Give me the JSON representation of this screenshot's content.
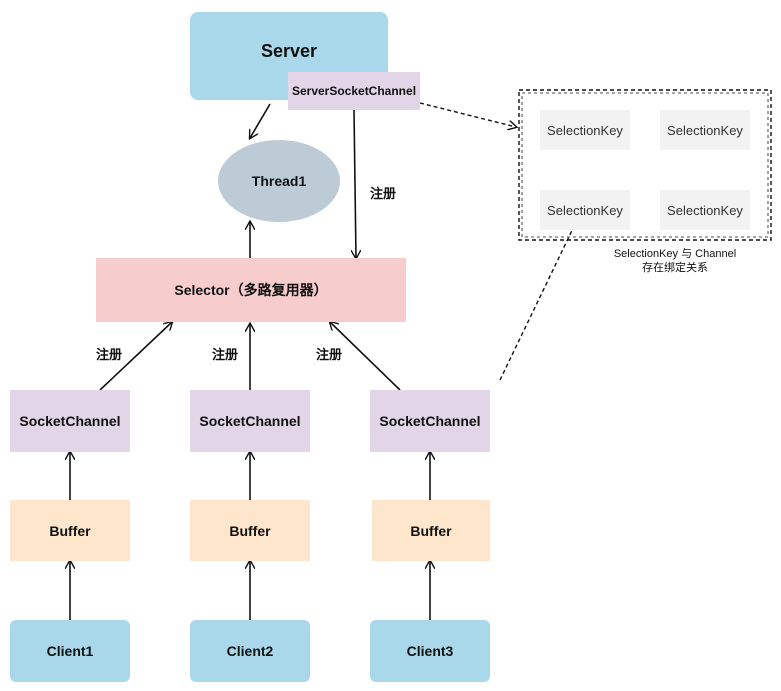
{
  "server": {
    "label": "Server"
  },
  "server_socket_channel": {
    "label": "ServerSocketChannel"
  },
  "thread": {
    "label": "Thread1"
  },
  "selector": {
    "label": "Selector（多路复用器）"
  },
  "register_label": "注册",
  "socket_channels": [
    "SocketChannel",
    "SocketChannel",
    "SocketChannel"
  ],
  "buffers": [
    "Buffer",
    "Buffer",
    "Buffer"
  ],
  "clients": [
    "Client1",
    "Client2",
    "Client3"
  ],
  "selection_keys": [
    "SelectionKey",
    "SelectionKey",
    "SelectionKey",
    "SelectionKey"
  ],
  "binding_note": {
    "line1": "SelectionKey 与 Channel",
    "line2": "存在绑定关系"
  }
}
